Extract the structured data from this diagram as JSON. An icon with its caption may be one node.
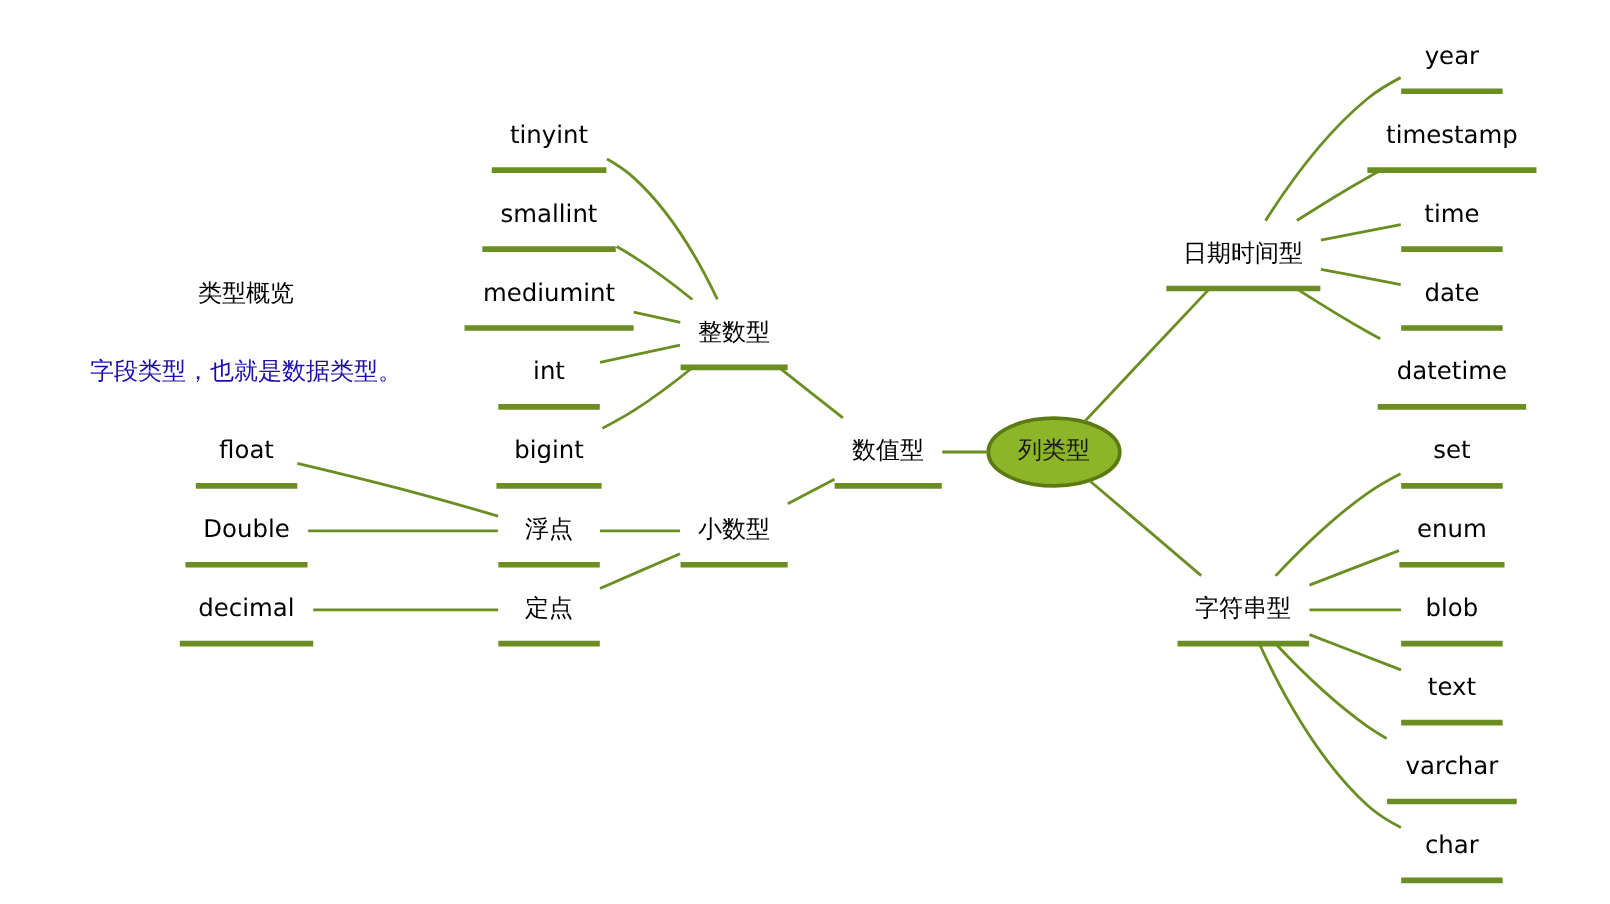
{
  "diagram": {
    "nodes": [
      {
        "text": [
          "列类型"
        ]
      },
      {
        "text": [
          "日期时间型"
        ]
      },
      {
        "text": [
          "year"
        ]
      },
      {
        "text": [
          "timestamp"
        ]
      },
      {
        "text": [
          "time"
        ]
      },
      {
        "text": [
          "date"
        ]
      },
      {
        "text": [
          "datetime"
        ]
      },
      {
        "text": [
          "数值型"
        ]
      },
      {
        "text": [
          "整数型"
        ]
      },
      {
        "text": [
          "tinyint"
        ]
      },
      {
        "text": [
          "smallint"
        ]
      },
      {
        "text": [
          "mediumint"
        ]
      },
      {
        "text": [
          "int"
        ]
      },
      {
        "text": [
          "bigint"
        ]
      },
      {
        "text": [
          "小数型"
        ]
      },
      {
        "text": [
          "浮点"
        ]
      },
      {
        "text": [
          "float"
        ]
      },
      {
        "text": [
          "Double"
        ]
      },
      {
        "text": [
          "定点"
        ]
      },
      {
        "text": [
          "decimal"
        ]
      },
      {
        "text": [
          "字符串型"
        ]
      },
      {
        "text": [
          "set"
        ]
      },
      {
        "text": [
          "enum"
        ]
      },
      {
        "text": [
          "blob"
        ]
      },
      {
        "text": [
          "text"
        ]
      },
      {
        "text": [
          "varchar"
        ]
      },
      {
        "text": [
          "char"
        ]
      }
    ],
    "edges": [
      {
        "from": 0,
        "to": 1,
        "arrow": "none"
      },
      {
        "from": 1,
        "to": 2,
        "arrow": "none"
      },
      {
        "from": 1,
        "to": 3,
        "arrow": "none"
      },
      {
        "from": 1,
        "to": 4,
        "arrow": "none"
      },
      {
        "from": 1,
        "to": 5,
        "arrow": "none"
      },
      {
        "from": 1,
        "to": 6,
        "arrow": "none"
      },
      {
        "from": 0,
        "to": 7,
        "arrow": "none"
      },
      {
        "from": 7,
        "to": 8,
        "arrow": "none"
      },
      {
        "from": 8,
        "to": 9,
        "arrow": "none"
      },
      {
        "from": 8,
        "to": 10,
        "arrow": "none"
      },
      {
        "from": 8,
        "to": 11,
        "arrow": "none"
      },
      {
        "from": 8,
        "to": 12,
        "arrow": "none"
      },
      {
        "from": 8,
        "to": 13,
        "arrow": "none"
      },
      {
        "from": 7,
        "to": 14,
        "arrow": "none"
      },
      {
        "from": 14,
        "to": 15,
        "arrow": "none"
      },
      {
        "from": 15,
        "to": 16,
        "arrow": "none"
      },
      {
        "from": 15,
        "to": 17,
        "arrow": "none"
      },
      {
        "from": 14,
        "to": 18,
        "arrow": "none"
      },
      {
        "from": 18,
        "to": 19,
        "arrow": "none"
      },
      {
        "from": 0,
        "to": 20,
        "arrow": "none"
      },
      {
        "from": 20,
        "to": 21,
        "arrow": "none"
      },
      {
        "from": 20,
        "to": 22,
        "arrow": "none"
      },
      {
        "from": 20,
        "to": 23,
        "arrow": "none"
      },
      {
        "from": 20,
        "to": 24,
        "arrow": "none"
      },
      {
        "from": 20,
        "to": 25,
        "arrow": "none"
      },
      {
        "from": 20,
        "to": 26,
        "arrow": "none"
      }
    ],
    "labels": [
      "字段类型，也就是数据类型。",
      "类型概览"
    ]
  }
}
